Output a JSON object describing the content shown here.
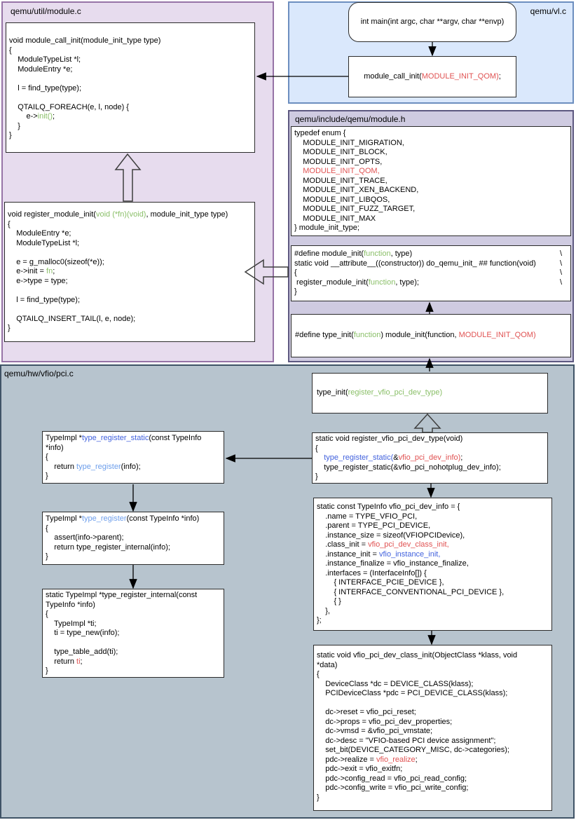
{
  "palette": {
    "code": {
      "k": "#000000",
      "g": "#8abf68",
      "r": "#e05252",
      "b": "#4161dd",
      "lb": "#6d9eeb",
      "end": "#000000"
    },
    "containers": {
      "module_c": {
        "fill": "#e7dcee",
        "stroke": "#9673a6"
      },
      "vl_c": {
        "fill": "#dae8fc",
        "stroke": "#6c8ebf"
      },
      "module_h": {
        "fill": "#cfcbe1",
        "stroke": "#5d5880"
      },
      "pci_c": {
        "fill": "#b7c4ce",
        "stroke": "#3f5366"
      }
    }
  },
  "containers": {
    "module_c": {
      "title": "qemu/util/module.c"
    },
    "vl_c": {
      "title": "qemu/vl.c"
    },
    "module_h": {
      "title": "qemu/include/qemu/module.h"
    },
    "pci_c": {
      "title": "qemu/hw/vfio/pci.c"
    }
  },
  "code": {
    "module_call_init": [
      [
        [
          "void module_call_init(module_init_type type)",
          "k"
        ]
      ],
      [
        [
          "{",
          "k"
        ]
      ],
      [
        [
          "    ModuleTypeList *l;",
          "k"
        ]
      ],
      [
        [
          "    ModuleEntry *e;",
          "k"
        ]
      ],
      [],
      [
        [
          "    l = find_type(type);",
          "k"
        ]
      ],
      [],
      [
        [
          "    QTAILQ_FOREACH(e, l, node) {",
          "k"
        ]
      ],
      [
        [
          "        e->",
          "k"
        ],
        [
          "init()",
          "g"
        ],
        [
          ";",
          "k"
        ]
      ],
      [
        [
          "    }",
          "k"
        ]
      ],
      [
        [
          "}",
          "k"
        ]
      ]
    ],
    "register_module_init": [
      [
        [
          "void register_module_init(",
          "k"
        ],
        [
          "void (*fn)(void)",
          "g"
        ],
        [
          ", module_init_type type)",
          "k"
        ]
      ],
      [
        [
          "{",
          "k"
        ]
      ],
      [
        [
          "    ModuleEntry *e;",
          "k"
        ]
      ],
      [
        [
          "    ModuleTypeList *l;",
          "k"
        ]
      ],
      [],
      [
        [
          "    e = g_malloc0(sizeof(*e));",
          "k"
        ]
      ],
      [
        [
          "    e->init = ",
          "k"
        ],
        [
          "fn",
          "g"
        ],
        [
          ";",
          "k"
        ]
      ],
      [
        [
          "    e->type = type;",
          "k"
        ]
      ],
      [],
      [
        [
          "    l = find_type(type);",
          "k"
        ]
      ],
      [],
      [
        [
          "    QTAILQ_INSERT_TAIL(l, e, node);",
          "k"
        ]
      ],
      [
        [
          "}",
          "k"
        ]
      ]
    ],
    "main_fn": [
      [
        [
          "int main(int argc, char **argv, char **envp)",
          "k"
        ]
      ]
    ],
    "module_call_init_qom": [
      [
        [
          "module_call_init(",
          "k"
        ],
        [
          "MODULE_INIT_QOM)",
          "r"
        ],
        [
          ";",
          "k"
        ]
      ]
    ],
    "enum_module_init_type": [
      [
        [
          "typedef enum {",
          "k"
        ]
      ],
      [
        [
          "    MODULE_INIT_MIGRATION,",
          "k"
        ]
      ],
      [
        [
          "    MODULE_INIT_BLOCK,",
          "k"
        ]
      ],
      [
        [
          "    MODULE_INIT_OPTS,",
          "k"
        ]
      ],
      [
        [
          "    ",
          "k"
        ],
        [
          "MODULE_INIT_QOM,",
          "r"
        ]
      ],
      [
        [
          "    MODULE_INIT_TRACE,",
          "k"
        ]
      ],
      [
        [
          "    MODULE_INIT_XEN_BACKEND,",
          "k"
        ]
      ],
      [
        [
          "    MODULE_INIT_LIBQOS,",
          "k"
        ]
      ],
      [
        [
          "    MODULE_INIT_FUZZ_TARGET,",
          "k"
        ]
      ],
      [
        [
          "    MODULE_INIT_MAX",
          "k"
        ]
      ],
      [
        [
          "} module_init_type;",
          "k"
        ]
      ]
    ],
    "define_module_init": [
      [
        [
          "#define module_init(",
          "k"
        ],
        [
          "function",
          "g"
        ],
        [
          ", type)",
          "k"
        ],
        [
          "\\",
          "end"
        ]
      ],
      [
        [
          "static void __attribute__((constructor)) do_qemu_init_ ## function(void)",
          "k"
        ],
        [
          "\\",
          "end"
        ]
      ],
      [
        [
          "{",
          "k"
        ],
        [
          "\\",
          "end"
        ]
      ],
      [
        [
          " register_module_init(",
          "k"
        ],
        [
          "function",
          "g"
        ],
        [
          ", type);",
          "k"
        ],
        [
          "\\",
          "end"
        ]
      ],
      [
        [
          "}",
          "k"
        ]
      ]
    ],
    "define_type_init": [
      [
        [
          "#define type_init(",
          "k"
        ],
        [
          "function",
          "g"
        ],
        [
          ") module_init(function, ",
          "k"
        ],
        [
          "MODULE_INIT_QOM)",
          "r"
        ]
      ]
    ],
    "type_init_call": [
      [
        [
          "type_init(",
          "k"
        ],
        [
          "register_vfio_pci_dev_type)",
          "g"
        ]
      ]
    ],
    "register_vfio_pci_dev_type": [
      [
        [
          "static void register_vfio_pci_dev_type(void)",
          "k"
        ]
      ],
      [
        [
          "{",
          "k"
        ]
      ],
      [
        [
          "    ",
          "k"
        ],
        [
          "type_register_static(",
          "b"
        ],
        [
          "&",
          "k"
        ],
        [
          "vfio_pci_dev_info)",
          "r"
        ],
        [
          ";",
          "k"
        ]
      ],
      [
        [
          "    type_register_static(&vfio_pci_nohotplug_dev_info);",
          "k"
        ]
      ],
      [
        [
          "}",
          "k"
        ]
      ]
    ],
    "type_register_static": [
      [
        [
          "TypeImpl *",
          "k"
        ],
        [
          "type_register_static",
          "b"
        ],
        [
          "(const TypeInfo",
          "k"
        ]
      ],
      [
        [
          "*info)",
          "k"
        ]
      ],
      [
        [
          "{",
          "k"
        ]
      ],
      [
        [
          "    return ",
          "k"
        ],
        [
          "type_register",
          "lb"
        ],
        [
          "(info);",
          "k"
        ]
      ],
      [
        [
          "}",
          "k"
        ]
      ]
    ],
    "type_register": [
      [
        [
          "TypeImpl *",
          "k"
        ],
        [
          "type_register",
          "lb"
        ],
        [
          "(const TypeInfo *info)",
          "k"
        ]
      ],
      [
        [
          "{",
          "k"
        ]
      ],
      [
        [
          "    assert(info->parent);",
          "k"
        ]
      ],
      [
        [
          "    return type_register_internal(info);",
          "k"
        ]
      ],
      [
        [
          "}",
          "k"
        ]
      ]
    ],
    "type_register_internal": [
      [
        [
          "static TypeImpl *type_register_internal(const",
          "k"
        ]
      ],
      [
        [
          "TypeInfo *info)",
          "k"
        ]
      ],
      [
        [
          "{",
          "k"
        ]
      ],
      [
        [
          "    TypeImpl *ti;",
          "k"
        ]
      ],
      [
        [
          "    ti = type_new(info);",
          "k"
        ]
      ],
      [],
      [
        [
          "    type_table_add(ti);",
          "k"
        ]
      ],
      [
        [
          "    return ",
          "k"
        ],
        [
          "ti",
          "r"
        ],
        [
          ";",
          "k"
        ]
      ],
      [
        [
          "}",
          "k"
        ]
      ]
    ],
    "vfio_pci_dev_info": [
      [
        [
          "static const TypeInfo vfio_pci_dev_info = {",
          "k"
        ]
      ],
      [
        [
          "    .name = TYPE_VFIO_PCI,",
          "k"
        ]
      ],
      [
        [
          "    .parent = TYPE_PCI_DEVICE,",
          "k"
        ]
      ],
      [
        [
          "    .instance_size = sizeof(VFIOPCIDevice),",
          "k"
        ]
      ],
      [
        [
          "    .class_init = ",
          "k"
        ],
        [
          "vfio_pci_dev_class_init,",
          "r"
        ]
      ],
      [
        [
          "    .instance_init = ",
          "k"
        ],
        [
          "vfio_instance_init,",
          "b"
        ]
      ],
      [
        [
          "    .instance_finalize = vfio_instance_finalize,",
          "k"
        ]
      ],
      [
        [
          "    .interfaces = (InterfaceInfo[]) {",
          "k"
        ]
      ],
      [
        [
          "        { INTERFACE_PCIE_DEVICE },",
          "k"
        ]
      ],
      [
        [
          "        { INTERFACE_CONVENTIONAL_PCI_DEVICE },",
          "k"
        ]
      ],
      [
        [
          "        { }",
          "k"
        ]
      ],
      [
        [
          "    },",
          "k"
        ]
      ],
      [
        [
          "};",
          "k"
        ]
      ]
    ],
    "vfio_pci_dev_class_init": [
      [
        [
          "static void vfio_pci_dev_class_init(ObjectClass *klass, void",
          "k"
        ]
      ],
      [
        [
          "*data)",
          "k"
        ]
      ],
      [
        [
          "{",
          "k"
        ]
      ],
      [
        [
          "    DeviceClass *dc = DEVICE_CLASS(klass);",
          "k"
        ]
      ],
      [
        [
          "    PCIDeviceClass *pdc = PCI_DEVICE_CLASS(klass);",
          "k"
        ]
      ],
      [],
      [
        [
          "    dc->reset = vfio_pci_reset;",
          "k"
        ]
      ],
      [
        [
          "    dc->props = vfio_pci_dev_properties;",
          "k"
        ]
      ],
      [
        [
          "    dc->vmsd = &vfio_pci_vmstate;",
          "k"
        ]
      ],
      [
        [
          "    dc->desc = \"VFIO-based PCI device assignment\";",
          "k"
        ]
      ],
      [
        [
          "    set_bit(DEVICE_CATEGORY_MISC, dc->categories);",
          "k"
        ]
      ],
      [
        [
          "    pdc->realize = ",
          "k"
        ],
        [
          "vfio_realize",
          "r"
        ],
        [
          ";",
          "k"
        ]
      ],
      [
        [
          "    pdc->exit = vfio_exitfn;",
          "k"
        ]
      ],
      [
        [
          "    pdc->config_read = vfio_pci_read_config;",
          "k"
        ]
      ],
      [
        [
          "    pdc->config_write = vfio_pci_write_config;",
          "k"
        ]
      ],
      [
        [
          "}",
          "k"
        ]
      ]
    ]
  }
}
